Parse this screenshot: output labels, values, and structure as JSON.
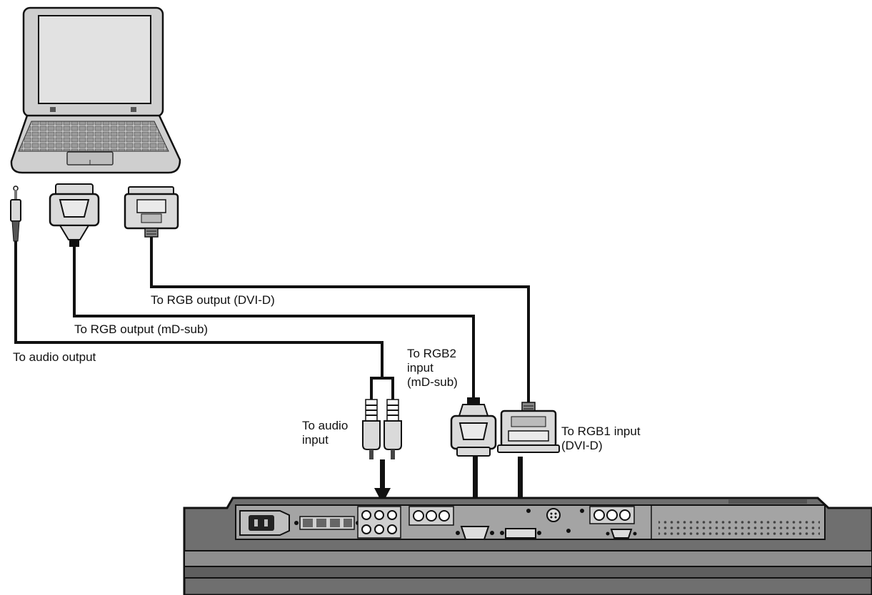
{
  "colors": {
    "cable": "#111111",
    "device_body": "#6f6f6f",
    "device_band": "#8e8e8e",
    "device_panel": "#a4a4a4",
    "laptop_body": "#cfcfcf",
    "laptop_screen": "#e2e2e2",
    "connector": "#dadada",
    "text": "#111111"
  },
  "labels": {
    "rgb_output_dvi": "To RGB output (DVI-D)",
    "rgb_output_mdsub": "To RGB output (mD-sub)",
    "audio_output": "To audio output",
    "rgb2_input": "To RGB2\ninput\n(mD-sub)",
    "audio_input": "To audio\ninput",
    "rgb1_input": "To RGB1 input\n(DVI-D)"
  }
}
